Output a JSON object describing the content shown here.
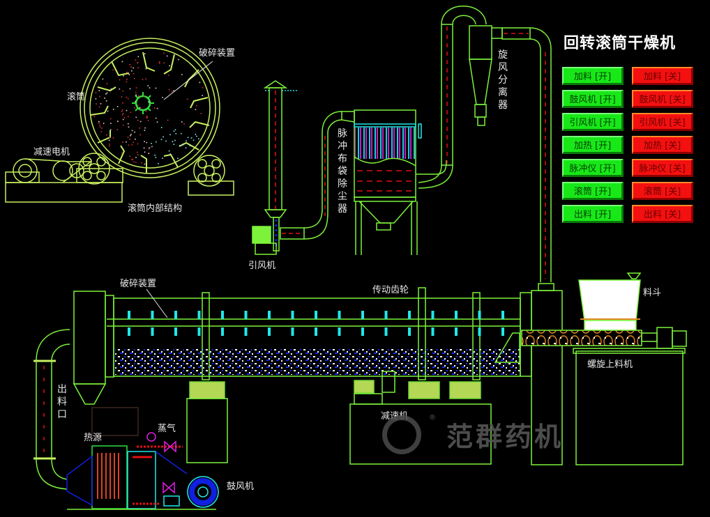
{
  "title": "回转滚筒干燥机",
  "controls": {
    "on_buttons": [
      {
        "label": "加料 [开]",
        "state": "on",
        "color": "#18e818"
      },
      {
        "label": "鼓风机 [开]",
        "state": "on",
        "color": "#18e818"
      },
      {
        "label": "引风机 [开]",
        "state": "on",
        "color": "#18e818"
      },
      {
        "label": "加热 [开]",
        "state": "on",
        "color": "#18e818"
      },
      {
        "label": "脉冲仪 [开]",
        "state": "on",
        "color": "#18e818"
      },
      {
        "label": "滚筒 [开]",
        "state": "on",
        "color": "#18e818"
      },
      {
        "label": "出料 [开]",
        "state": "on",
        "color": "#18e818"
      }
    ],
    "off_buttons": [
      {
        "label": "加料 [关]",
        "state": "off",
        "color": "#f41010"
      },
      {
        "label": "鼓风机 [关]",
        "state": "off",
        "color": "#f41010"
      },
      {
        "label": "引风机 [关]",
        "state": "off",
        "color": "#f41010"
      },
      {
        "label": "加热 [关]",
        "state": "off",
        "color": "#f41010"
      },
      {
        "label": "脉冲仪 [关]",
        "state": "off",
        "color": "#f41010"
      },
      {
        "label": "滚筒 [关]",
        "state": "off",
        "color": "#f41010"
      },
      {
        "label": "出料 [关]",
        "state": "off",
        "color": "#f41010"
      }
    ]
  },
  "labels": {
    "crusher_top": "破碎装置",
    "drum": "滚筒",
    "reducer_motor": "减速电机",
    "drum_internal": "滚筒内部结构",
    "pulse_bag_filter": "脉冲布袋除尘器",
    "induced_fan": "引风机",
    "cyclone": "旋风分离器",
    "crusher_main": "破碎装置",
    "drive_gear": "传动齿轮",
    "hopper": "料斗",
    "screw_feeder": "螺旋上料机",
    "discharge": "出料口",
    "heat_source": "热源",
    "steam": "蒸气",
    "blower": "鼓风机",
    "reducer": "减速机"
  },
  "watermark": {
    "text": "范群药机",
    "registered": "®"
  },
  "colors": {
    "line": "#7cf23a",
    "line_yellow": "#c8f060",
    "flow": "#e01010",
    "cyan": "#20e8e8",
    "blue": "#1020e0",
    "magenta": "#e020e0",
    "orange": "#e08820"
  }
}
